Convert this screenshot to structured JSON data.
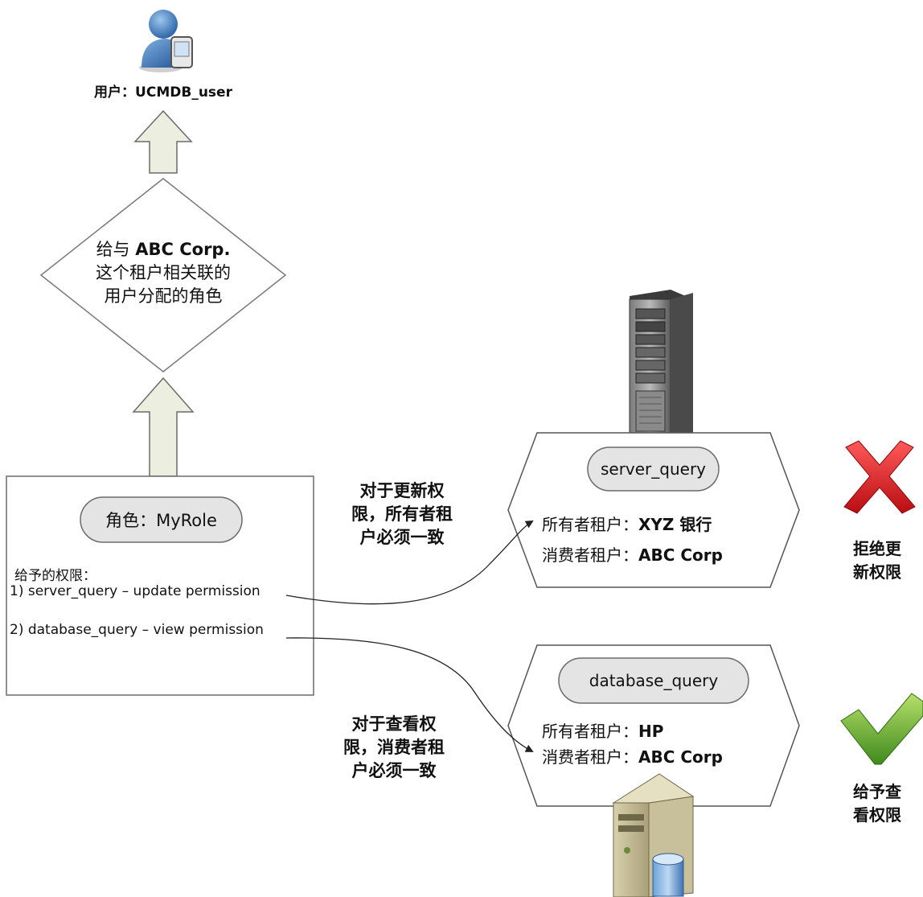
{
  "user": {
    "label": "用户：UCMDB_user"
  },
  "diamond": {
    "line1_prefix": "给与 ",
    "line1_bold": "ABC Corp.",
    "line2": "这个租户相关联的",
    "line3": "用户分配的角色"
  },
  "role": {
    "pill_label": "角色：MyRole",
    "permissions_heading": "给予的权限：",
    "permissions": [
      "1) server_query – update permission",
      "2) database_query – view permission"
    ]
  },
  "rules": {
    "update_rule": [
      "对于更新权",
      "限，所有者租",
      "户必须一致"
    ],
    "view_rule": [
      "对于查看权",
      "限，消费者租",
      "户必须一致"
    ]
  },
  "server_query": {
    "pill_label": "server_query",
    "owner_label": "所有者租户：",
    "owner_value": "XYZ 银行",
    "consumer_label": "消费者租户：",
    "consumer_value": "ABC Corp"
  },
  "database_query": {
    "pill_label": "database_query",
    "owner_label": "所有者租户：",
    "owner_value": "HP",
    "consumer_label": "消费者租户：",
    "consumer_value": "ABC Corp"
  },
  "results": {
    "deny": [
      "拒绝更",
      "新权限"
    ],
    "grant": [
      "给予查",
      "看权限"
    ]
  },
  "colors": {
    "arrow_fill": "#ecefdf",
    "pill_fill": "#e4e4e4",
    "deny_red": "#d8141b",
    "grant_green": "#7cb82f"
  },
  "icons": [
    "user-with-phone-icon",
    "server-tower-icon",
    "server-database-icon",
    "red-x-icon",
    "green-check-icon"
  ]
}
